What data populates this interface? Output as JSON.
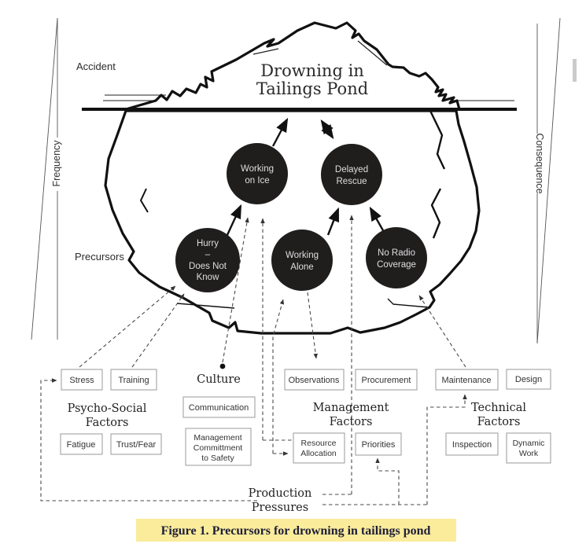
{
  "figure_title": {
    "line1": "Drowning in",
    "line2": "Tailings Pond"
  },
  "side_labels": {
    "accident": "Accident",
    "precursors": "Precursors",
    "frequency": "Frequency",
    "consequence": "Consequence"
  },
  "precursor_circles": {
    "working_on_ice": {
      "line1": "Working",
      "line2": "on Ice"
    },
    "delayed_rescue": {
      "line1": "Delayed",
      "line2": "Rescue"
    },
    "hurry": {
      "line1": "Hurry",
      "line2": "–",
      "line3": "Does Not",
      "line4": "Know"
    },
    "working_alone": {
      "line1": "Working",
      "line2": "Alone"
    },
    "no_radio": {
      "line1": "No Radio",
      "line2": "Coverage"
    }
  },
  "factor_groups": {
    "psycho_social": {
      "line1": "Psycho-Social",
      "line2": "Factors"
    },
    "culture": {
      "label": "Culture"
    },
    "management": {
      "line1": "Management",
      "line2": "Factors"
    },
    "technical": {
      "line1": "Technical",
      "line2": "Factors"
    },
    "production_pressures": {
      "line1": "Production",
      "line2": "Pressures"
    }
  },
  "factor_boxes": {
    "stress": {
      "label": "Stress"
    },
    "training": {
      "label": "Training"
    },
    "fatigue": {
      "label": "Fatigue"
    },
    "trust_fear": {
      "label": "Trust/Fear"
    },
    "communication": {
      "label": "Communication"
    },
    "management_committment": {
      "line1": "Management",
      "line2": "Committment",
      "line3": "to Safety"
    },
    "observations": {
      "label": "Observations"
    },
    "procurement": {
      "label": "Procurement"
    },
    "resource_allocation": {
      "line1": "Resource",
      "line2": "Allocation"
    },
    "priorities": {
      "label": "Priorities"
    },
    "maintenance": {
      "label": "Maintenance"
    },
    "design": {
      "label": "Design"
    },
    "inspection": {
      "label": "Inspection"
    },
    "dynamic_work": {
      "line1": "Dynamic",
      "line2": "Work"
    }
  },
  "caption": {
    "text": "Figure 1. Precursors for drowning in tailings pond",
    "highlight_color": "#FBEC9B",
    "text_color": "#1E1E38"
  },
  "colors": {
    "circle_fill": "#201D1D",
    "circle_text": "#DFDFDF",
    "outline": "#111111",
    "box_border": "#999999",
    "dashed_line": "#4A4A4A",
    "background": "#FFFFFF"
  }
}
